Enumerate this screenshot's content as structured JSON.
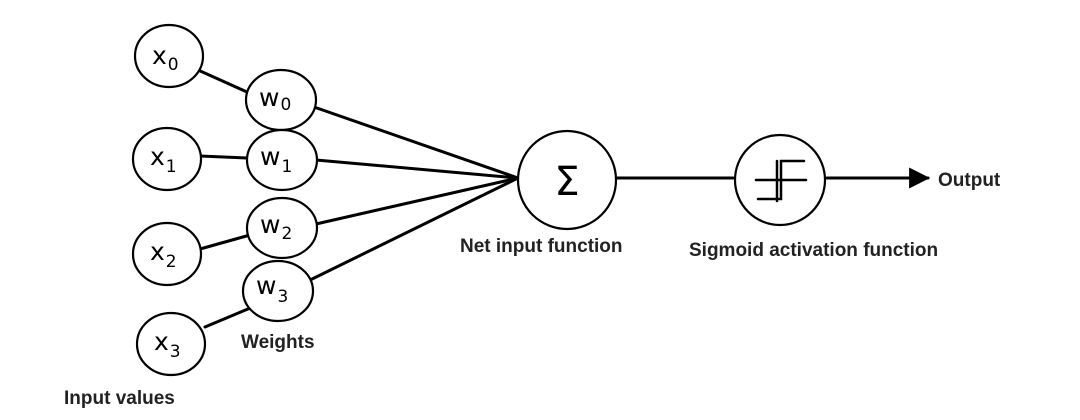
{
  "inputs": [
    {
      "symbol": "x",
      "subscript": "0"
    },
    {
      "symbol": "x",
      "subscript": "1"
    },
    {
      "symbol": "x",
      "subscript": "2"
    },
    {
      "symbol": "x",
      "subscript": "3"
    }
  ],
  "weights": [
    {
      "symbol": "w",
      "subscript": "0"
    },
    {
      "symbol": "w",
      "subscript": "1"
    },
    {
      "symbol": "w",
      "subscript": "2"
    },
    {
      "symbol": "w",
      "subscript": "3"
    }
  ],
  "sum_node": {
    "symbol": "Σ",
    "caption": "Net input function"
  },
  "activation_node": {
    "caption": "Sigmoid activation function",
    "icon": "step-function-icon"
  },
  "output": {
    "label": "Output"
  },
  "labels": {
    "input_values": "Input values",
    "weights": "Weights"
  },
  "colors": {
    "stroke": "#000000",
    "text": "#222222",
    "background": "#ffffff"
  }
}
